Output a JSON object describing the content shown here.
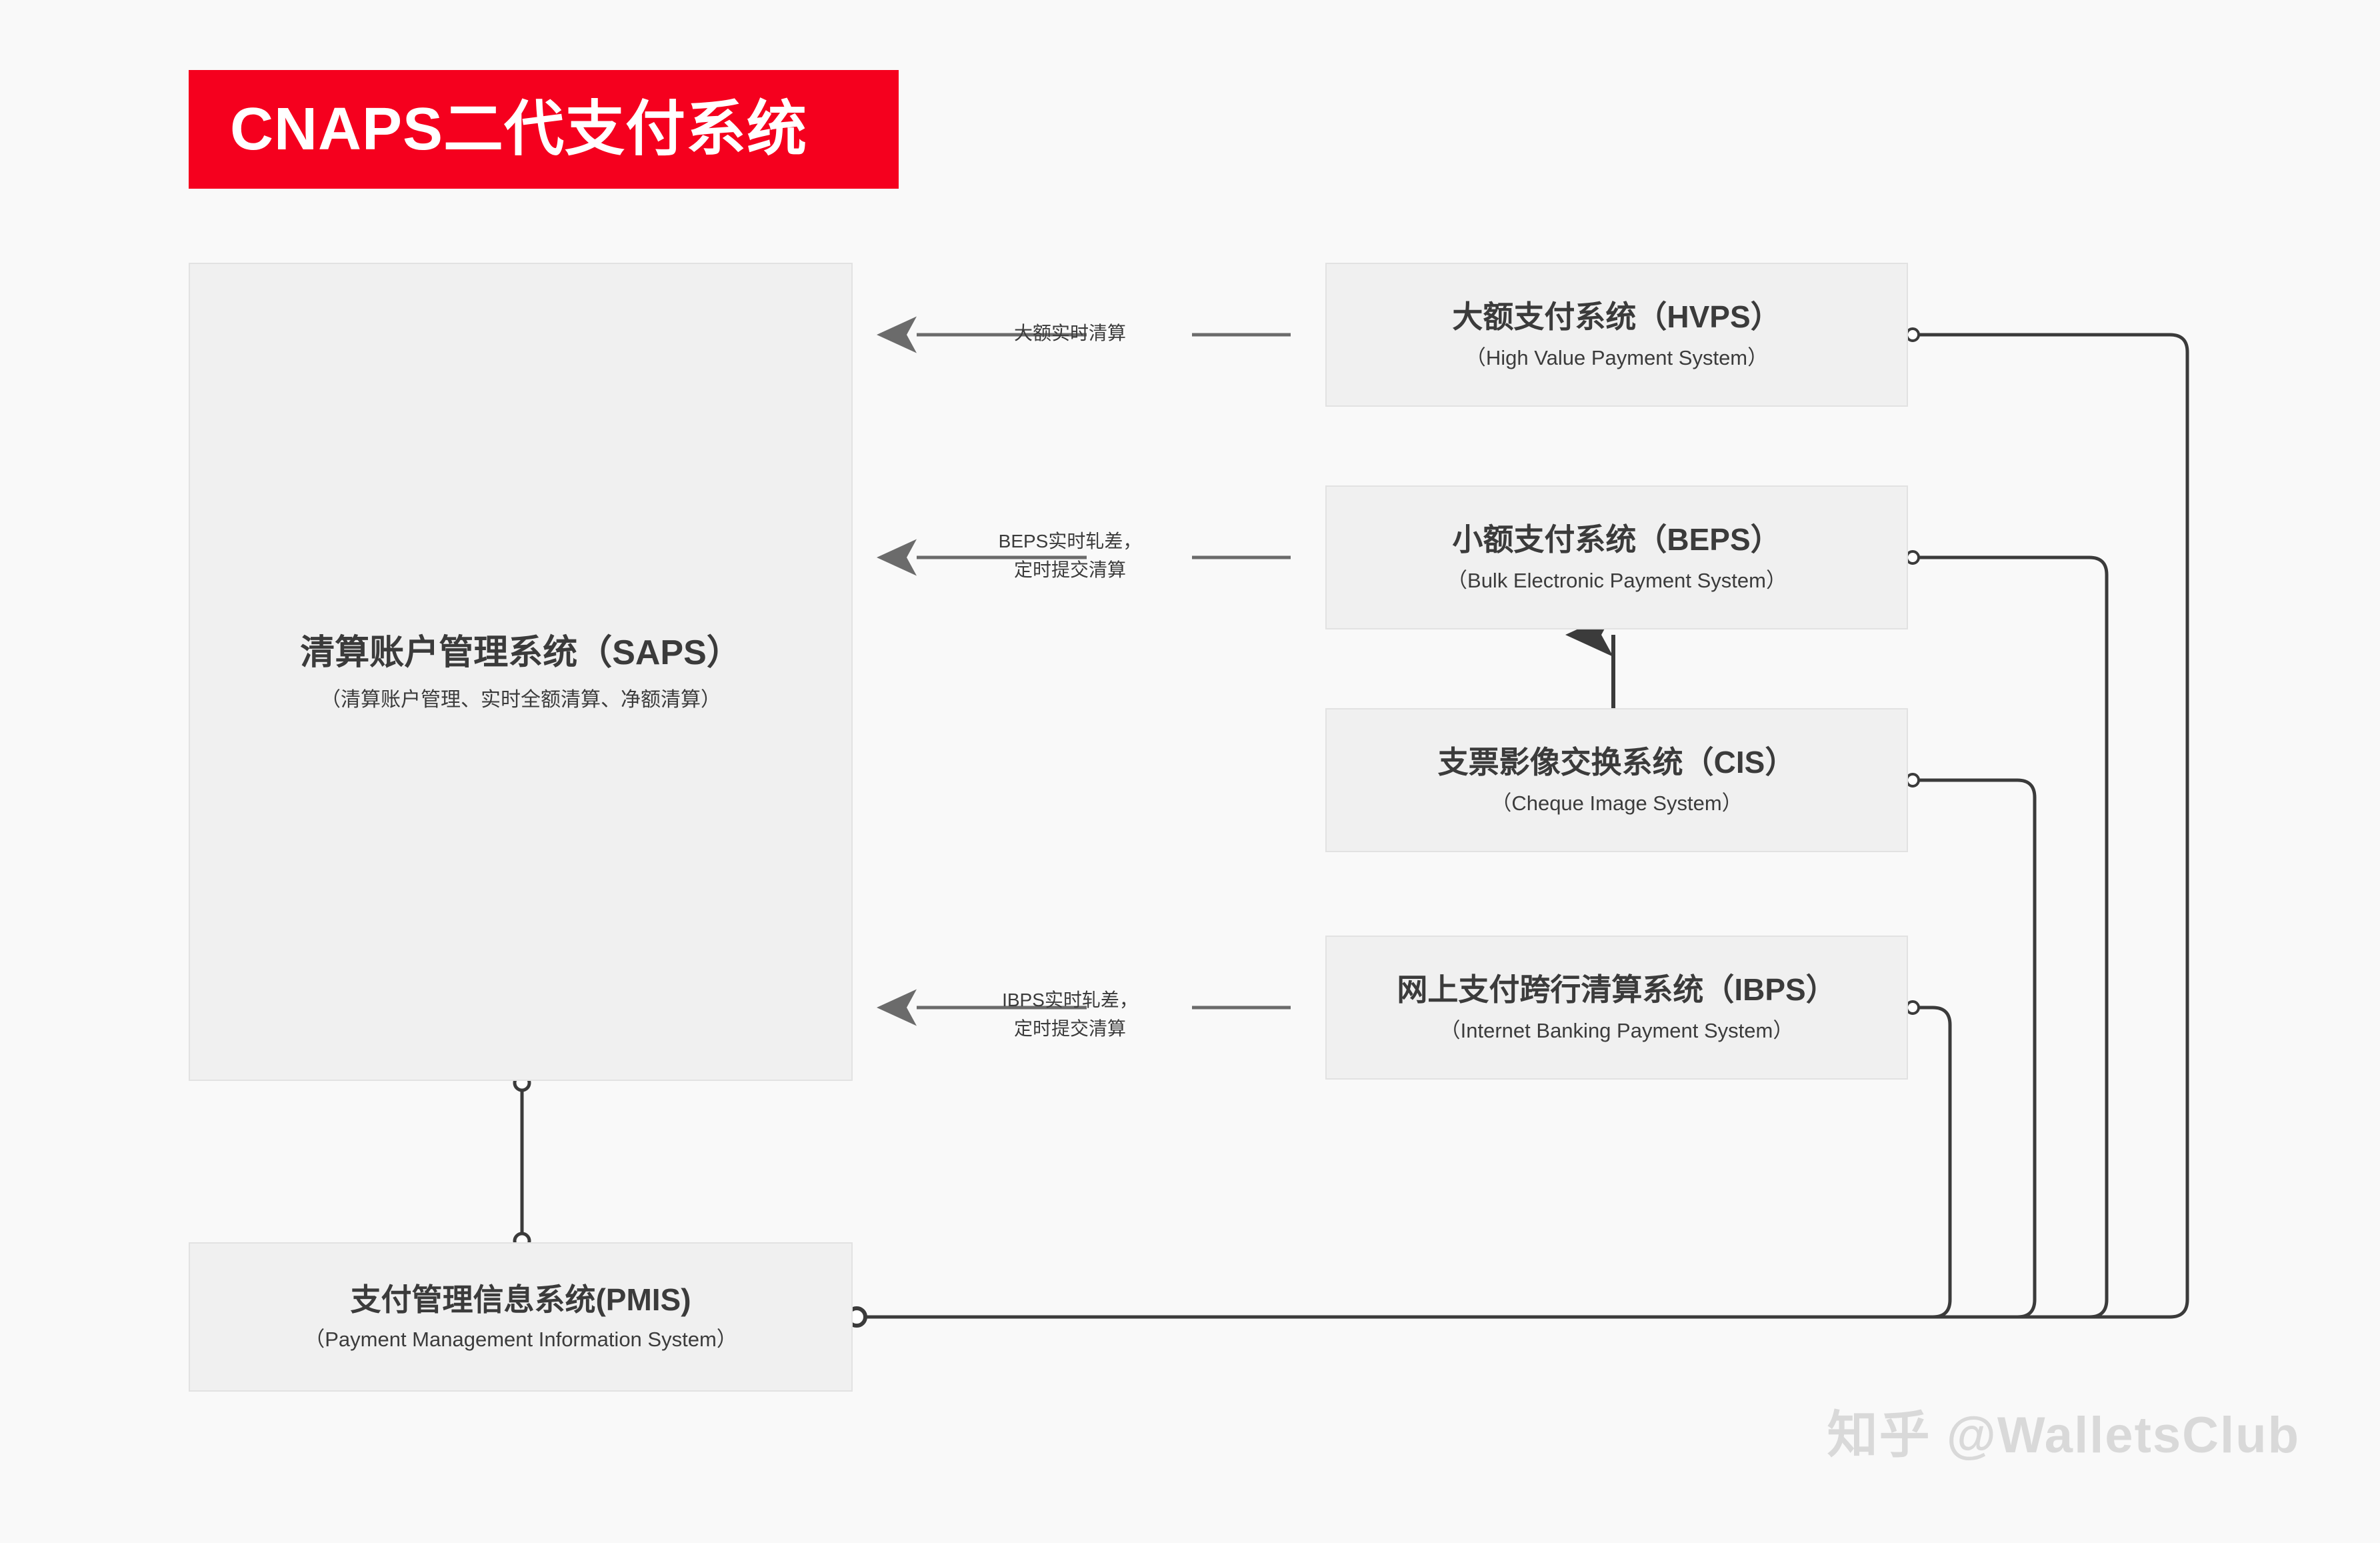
{
  "banner": {
    "title": "CNAPS二代支付系统",
    "background_color": "#f5001e",
    "text_color": "#ffffff"
  },
  "nodes": {
    "saps": {
      "title": "清算账户管理系统（SAPS）",
      "subtitle": "（清算账户管理、实时全额清算、净额清算）"
    },
    "hvps": {
      "title": "大额支付系统（HVPS）",
      "subtitle": "（High Value Payment System）"
    },
    "beps": {
      "title": "小额支付系统（BEPS）",
      "subtitle": "（Bulk Electronic Payment System）"
    },
    "cis": {
      "title": "支票影像交换系统（CIS）",
      "subtitle": "（Cheque Image System）"
    },
    "ibps": {
      "title": "网上支付跨行清算系统（IBPS）",
      "subtitle": "（Internet Banking Payment System）"
    },
    "pmis": {
      "title": "支付管理信息系统(PMIS)",
      "subtitle": "（Payment Management Information System）"
    }
  },
  "edges": {
    "hvps_to_saps": {
      "line1": "大额实时清算",
      "line2": ""
    },
    "beps_to_saps": {
      "line1": "BEPS实时轧差，",
      "line2": "定时提交清算"
    },
    "ibps_to_saps": {
      "line1": "IBPS实时轧差，",
      "line2": "定时提交清算"
    }
  },
  "watermark": {
    "text": "知乎 @WalletsClub"
  },
  "colors": {
    "accent": "#f5001e",
    "node_fill": "#f0f0f0",
    "node_border": "#e2e2e2",
    "wire": "#3b3b3b",
    "arrow": "#6b6b6b",
    "canvas": "#f9f9f9"
  }
}
